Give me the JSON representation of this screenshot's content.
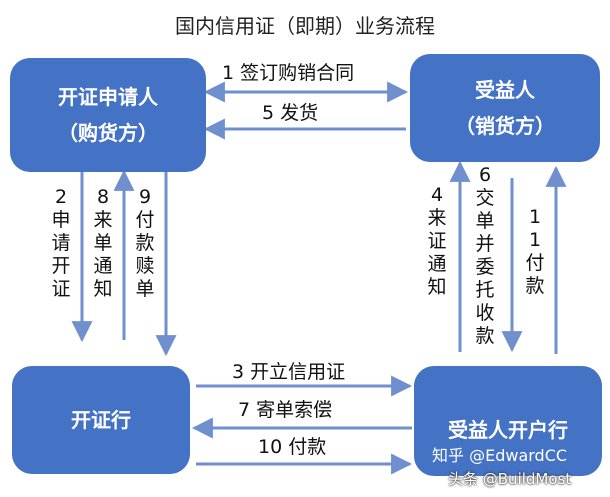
{
  "title": "国内信用证（即期）业务流程",
  "boxes": {
    "applicant": {
      "line1": "开证申请人",
      "line2": "（购货方）"
    },
    "beneficiary": {
      "line1": "受益人",
      "line2": "（销货方）"
    },
    "issuing_bank": {
      "line1": "开证行"
    },
    "beneficiary_bank": {
      "line1": "受益人开户行"
    }
  },
  "steps": {
    "s1": "1 签订购销合同",
    "s5": "5 发货",
    "s2": "2申请开证",
    "s8": "8来单通知",
    "s9": "9付款赎单",
    "s4": "4来证通知",
    "s6": "6交单并委托收款",
    "s11": "11付款",
    "s3": "3 开立信用证",
    "s7": "7 寄单索偿",
    "s10": "10 付款"
  },
  "watermarks": {
    "zhihu": "知乎 @EdwardCC",
    "toutiao": "头条 @BuildMost"
  },
  "colors": {
    "box": "#4472C4",
    "arrow": "#6F8FCF"
  }
}
